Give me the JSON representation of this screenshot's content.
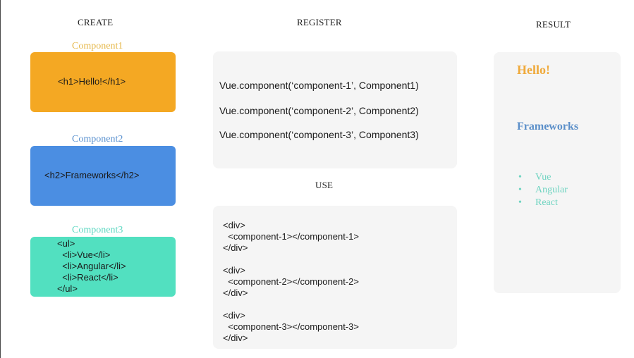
{
  "headings": {
    "create": "CREATE",
    "register": "REGISTER",
    "use": "USE",
    "result": "RESULT"
  },
  "components": [
    {
      "label": "Component1",
      "code": "<h1>Hello!</h1>",
      "label_color": "#e6b84a",
      "box_color": "#f4a823"
    },
    {
      "label": "Component2",
      "code": "<h2>Frameworks</h2>",
      "label_color": "#5a91cf",
      "box_color": "#4b8ee2"
    },
    {
      "label": "Component3",
      "code_lines": [
        "<ul>",
        "  <li>Vue</li>",
        "  <li>Angular</li>",
        "  <li>React</li>",
        "</ul>"
      ],
      "label_color": "#5ed8c2",
      "box_color": "#52e0c0"
    }
  ],
  "register": {
    "lines": [
      "Vue.component(‘component-1’, Component1)",
      "Vue.component(‘component-2’, Component2)",
      "Vue.component(‘component-3’, Component3)"
    ]
  },
  "use": {
    "blocks": [
      [
        "<div>",
        "  <component-1></component-1>",
        "</div>"
      ],
      [
        "<div>",
        "  <component-2></component-2>",
        "</div>"
      ],
      [
        "<div>",
        "  <component-3></component-3>",
        "</div>"
      ]
    ]
  },
  "result": {
    "h1": "Hello!",
    "h2": "Frameworks",
    "list": [
      "Vue",
      "Angular",
      "React"
    ],
    "bullet": "•"
  },
  "colors": {
    "panel_bg": "#f5f5f5",
    "result_h1": "#efa93a",
    "result_h2": "#5b8fc9",
    "result_list": "#6fd4c1"
  }
}
